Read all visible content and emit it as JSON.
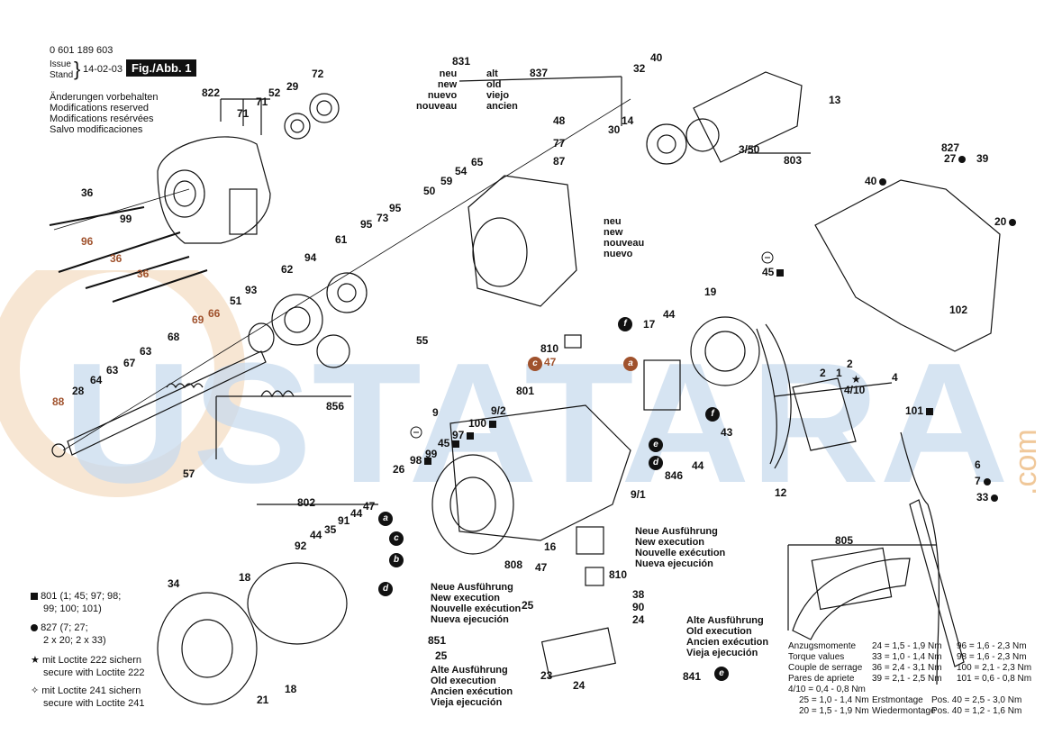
{
  "header": {
    "part_number": "0 601 189 603",
    "issue_label": "Issue",
    "stand_label": "Stand",
    "date": "14-02-03",
    "fig_label": "Fig./Abb. 1",
    "changes_notice": [
      "Änderungen vorbehalten",
      "Modifications reserved",
      "Modifications resérvées",
      "Salvo modificaciones"
    ]
  },
  "watermark_text": "USTATARA",
  "watermark_suffix": ".com",
  "neu_new_label": [
    "neu",
    "new",
    "nuevo",
    "nouveau"
  ],
  "alt_old_label": [
    "alt",
    "old",
    "viejo",
    "ancien"
  ],
  "neu_new_label2": [
    "neu",
    "new",
    "nouveau",
    "nuevo"
  ],
  "part_labels": [
    {
      "id": "p822",
      "text": "822"
    },
    {
      "id": "p71a",
      "text": "71"
    },
    {
      "id": "p71b",
      "text": "71"
    },
    {
      "id": "p52",
      "text": "52"
    },
    {
      "id": "p29",
      "text": "29"
    },
    {
      "id": "p72",
      "text": "72"
    },
    {
      "id": "p831",
      "text": "831"
    },
    {
      "id": "p837",
      "text": "837"
    },
    {
      "id": "p32",
      "text": "32"
    },
    {
      "id": "p40",
      "text": "40"
    },
    {
      "id": "p13",
      "text": "13"
    },
    {
      "id": "p48",
      "text": "48"
    },
    {
      "id": "p77",
      "text": "77"
    },
    {
      "id": "p87",
      "text": "87"
    },
    {
      "id": "p14",
      "text": "14"
    },
    {
      "id": "p30",
      "text": "30"
    },
    {
      "id": "p350",
      "text": "3/50"
    },
    {
      "id": "p803",
      "text": "803"
    },
    {
      "id": "p827",
      "text": "827"
    },
    {
      "id": "p27",
      "text": "27"
    },
    {
      "id": "p39",
      "text": "39"
    },
    {
      "id": "p40b",
      "text": "40"
    },
    {
      "id": "p20",
      "text": "20"
    },
    {
      "id": "p36a",
      "text": "36"
    },
    {
      "id": "p99a",
      "text": "99"
    },
    {
      "id": "p96",
      "text": "96"
    },
    {
      "id": "p36b",
      "text": "36"
    },
    {
      "id": "p36c",
      "text": "36"
    },
    {
      "id": "p50",
      "text": "50"
    },
    {
      "id": "p59",
      "text": "59"
    },
    {
      "id": "p54",
      "text": "54"
    },
    {
      "id": "p65",
      "text": "65"
    },
    {
      "id": "p95a",
      "text": "95"
    },
    {
      "id": "p73",
      "text": "73"
    },
    {
      "id": "p95b",
      "text": "95"
    },
    {
      "id": "p61",
      "text": "61"
    },
    {
      "id": "p94",
      "text": "94"
    },
    {
      "id": "p62",
      "text": "62"
    },
    {
      "id": "p93",
      "text": "93"
    },
    {
      "id": "p51",
      "text": "51"
    },
    {
      "id": "p69",
      "text": "69"
    },
    {
      "id": "p66",
      "text": "66"
    },
    {
      "id": "p68",
      "text": "68"
    },
    {
      "id": "p55",
      "text": "55"
    },
    {
      "id": "p45a",
      "text": "45"
    },
    {
      "id": "p19",
      "text": "19"
    },
    {
      "id": "p102",
      "text": "102"
    },
    {
      "id": "p67",
      "text": "67"
    },
    {
      "id": "p63a",
      "text": "63"
    },
    {
      "id": "p63b",
      "text": "63"
    },
    {
      "id": "p64",
      "text": "64"
    },
    {
      "id": "p88",
      "text": "88"
    },
    {
      "id": "p28",
      "text": "28"
    },
    {
      "id": "p856",
      "text": "856"
    },
    {
      "id": "p57",
      "text": "57"
    },
    {
      "id": "p810a",
      "text": "810"
    },
    {
      "id": "p17",
      "text": "17"
    },
    {
      "id": "p44a",
      "text": "44"
    },
    {
      "id": "p47a",
      "text": "47"
    },
    {
      "id": "p9",
      "text": "9"
    },
    {
      "id": "p92",
      "text": "9/2"
    },
    {
      "id": "p801",
      "text": "801"
    },
    {
      "id": "p100",
      "text": "100"
    },
    {
      "id": "p97",
      "text": "97"
    },
    {
      "id": "p45b",
      "text": "45"
    },
    {
      "id": "p99b",
      "text": "99"
    },
    {
      "id": "p98",
      "text": "98"
    },
    {
      "id": "p26",
      "text": "26"
    },
    {
      "id": "p43",
      "text": "43"
    },
    {
      "id": "p846",
      "text": "846"
    },
    {
      "id": "p44b",
      "text": "44"
    },
    {
      "id": "p91",
      "text": "9/1"
    },
    {
      "id": "p12",
      "text": "12"
    },
    {
      "id": "p4",
      "text": "4"
    },
    {
      "id": "p410",
      "text": "4/10"
    },
    {
      "id": "p101",
      "text": "101"
    },
    {
      "id": "p6",
      "text": "6"
    },
    {
      "id": "p7",
      "text": "7"
    },
    {
      "id": "p33",
      "text": "33"
    },
    {
      "id": "p802",
      "text": "802"
    },
    {
      "id": "p92b",
      "text": "92"
    },
    {
      "id": "p44c",
      "text": "44"
    },
    {
      "id": "p35",
      "text": "35"
    },
    {
      "id": "p91b",
      "text": "91"
    },
    {
      "id": "p44d",
      "text": "44"
    },
    {
      "id": "p47b",
      "text": "47"
    },
    {
      "id": "p34",
      "text": "34"
    },
    {
      "id": "p18a",
      "text": "18"
    },
    {
      "id": "p21",
      "text": "21"
    },
    {
      "id": "p18b",
      "text": "18"
    },
    {
      "id": "p808",
      "text": "808"
    },
    {
      "id": "p16",
      "text": "16"
    },
    {
      "id": "p47c",
      "text": "47"
    },
    {
      "id": "p810b",
      "text": "810"
    },
    {
      "id": "p25a",
      "text": "25"
    },
    {
      "id": "p38",
      "text": "38"
    },
    {
      "id": "p90",
      "text": "90"
    },
    {
      "id": "p24a",
      "text": "24"
    },
    {
      "id": "p851",
      "text": "851"
    },
    {
      "id": "p25b",
      "text": "25"
    },
    {
      "id": "p23",
      "text": "23"
    },
    {
      "id": "p24b",
      "text": "24"
    },
    {
      "id": "p841",
      "text": "841"
    },
    {
      "id": "p805",
      "text": "805"
    },
    {
      "id": "p2a",
      "text": "2"
    },
    {
      "id": "p1",
      "text": "1"
    },
    {
      "id": "p2b",
      "text": "2"
    }
  ],
  "letter_markers": [
    "a",
    "b",
    "c",
    "d",
    "e",
    "f"
  ],
  "new_execution_block": [
    "Neue Ausführung",
    "New execution",
    "Nouvelle exécution",
    "Nueva ejecución"
  ],
  "old_execution_block": [
    "Alte Ausführung",
    "Old execution",
    "Ancien exécution",
    "Vieja ejecución"
  ],
  "legend": {
    "square_text": [
      "801 (1; 45; 97; 98;",
      "99; 100; 101)"
    ],
    "dot_text": [
      "827 (7; 27;",
      "2 x 20; 2 x 33)"
    ],
    "star_text": [
      "mit Loctite 222 sichern",
      "secure with Loctite 222"
    ],
    "hollow_star_text": [
      "mit Loctite 241 sichern",
      "secure with Loctite 241"
    ]
  },
  "torque": {
    "labels": [
      "Anzugsmomente",
      "Torque values",
      "Couple de serrage",
      "Pares de apriete"
    ],
    "col1": [
      "24 = 1,5 - 1,9 Nm",
      "33 = 1,0 - 1,4 Nm",
      "36 = 2,4 - 3,1 Nm",
      "39 = 2,1 - 2,5 Nm"
    ],
    "col2": [
      "96 = 1,6 - 2,3 Nm",
      "98 = 1,6 - 2,3 Nm",
      "100 = 2,1 - 2,3 Nm",
      "101 = 0,6 - 0,8 Nm"
    ],
    "lower_left": [
      "4/10 = 0,4 - 0,8 Nm",
      "25 = 1,0 - 1,4 Nm",
      "20 = 1,5 - 1,9 Nm"
    ],
    "erstmontage": "Erstmontage",
    "wiedermontage": "Wiedermontage",
    "pos1": "Pos. 40 = 2,5 - 3,0 Nm",
    "pos2": "Pos. 40 = 1,2 - 1,6 Nm"
  },
  "colors": {
    "watermark": "#b8cfe6",
    "accent": "#a0522d",
    "ink": "#111111"
  }
}
